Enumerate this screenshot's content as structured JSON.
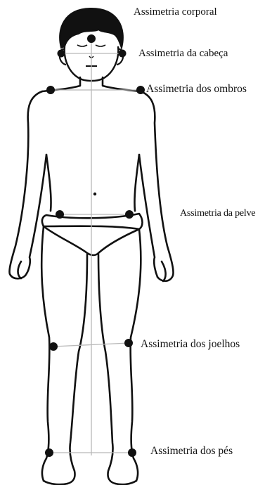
{
  "labels": {
    "body": "Assimetria corporal",
    "head": "Assimetria da cabeça",
    "shoulders": "Assimetria dos ombros",
    "pelvis": "Assimetria da pelve",
    "knees": "Assimetria dos joelhos",
    "feet": "Assimetria dos pés"
  },
  "colors": {
    "outline": "#111111",
    "hair": "#111111",
    "reference_line": "#b8b8b8",
    "marker": "#111111",
    "background": "#ffffff"
  }
}
